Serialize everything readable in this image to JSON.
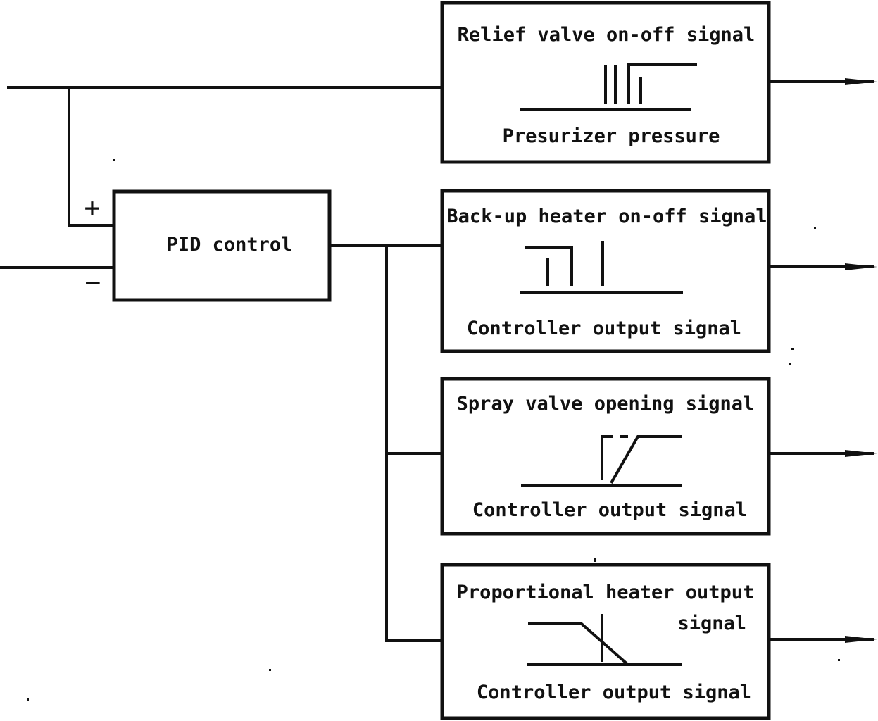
{
  "diagram": {
    "pid": {
      "label": "PID control",
      "plus": "+",
      "minus": "−"
    },
    "blocks": [
      {
        "title": "Relief valve on-off signal",
        "axis": "Presurizer pressure"
      },
      {
        "title": "Back-up heater on-off signal",
        "axis": "Controller output signal"
      },
      {
        "title": "Spray valve opening signal",
        "axis": "Controller output signal"
      },
      {
        "title": "Proportional heater output",
        "title2": "signal",
        "axis": "Controller output signal"
      }
    ]
  }
}
